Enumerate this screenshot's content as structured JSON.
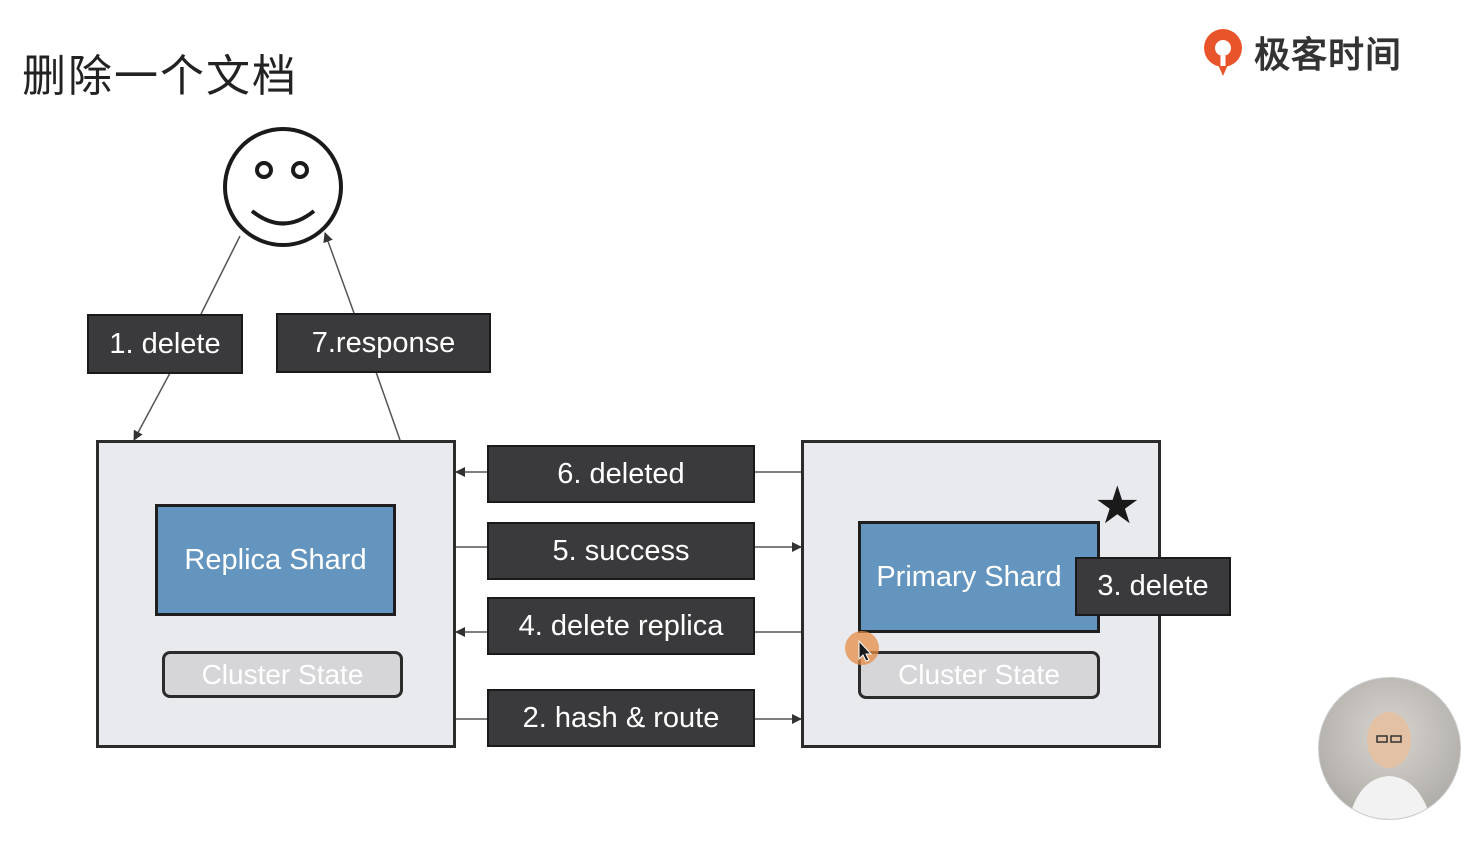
{
  "title": "删除一个文档",
  "brand": {
    "name": "极客时间",
    "logo_color": "#e8552a"
  },
  "labels": {
    "delete_request": "1. delete",
    "response": "7.response",
    "deleted": "6. deleted",
    "success": "5. success",
    "delete_replica": "4. delete replica",
    "hash_route": "2. hash & route",
    "primary_delete": "3. delete"
  },
  "left_node": {
    "shard": "Replica Shard",
    "cluster_state": "Cluster State"
  },
  "right_node": {
    "shard": "Primary Shard",
    "cluster_state": "Cluster State",
    "marker": "★"
  },
  "colors": {
    "shard_fill": "#6395bf",
    "label_fill": "#3a3a3c",
    "node_fill": "#e8eaee"
  }
}
